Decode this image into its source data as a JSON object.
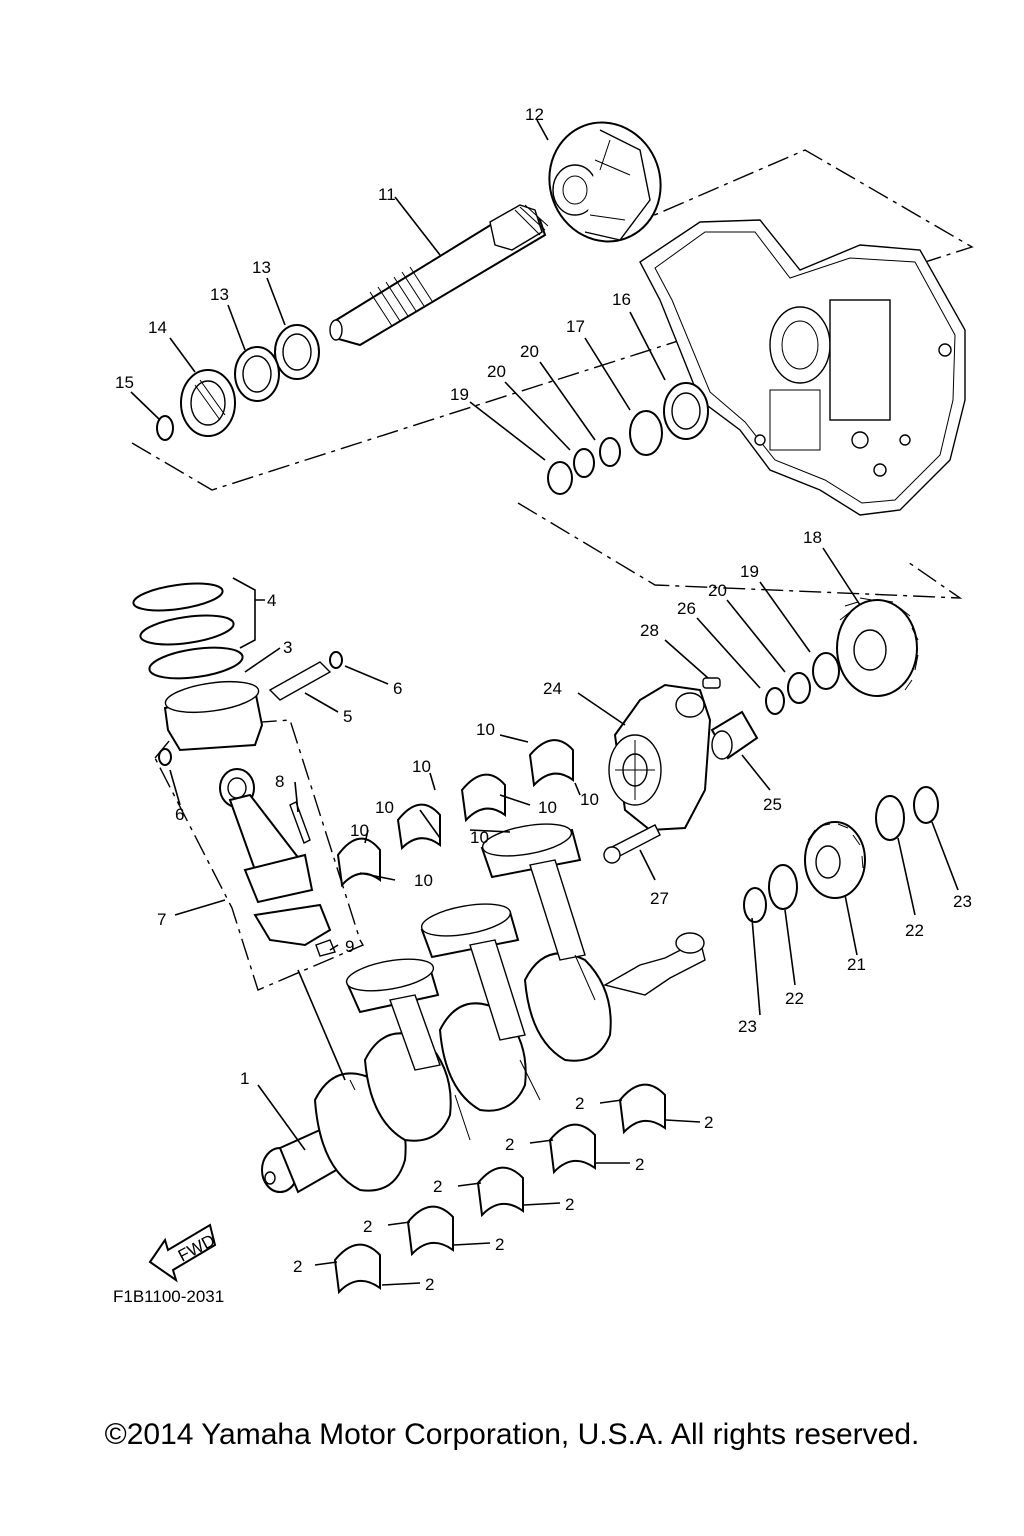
{
  "diagram": {
    "callouts": [
      {
        "id": "c12",
        "text": "12"
      },
      {
        "id": "c11",
        "text": "11"
      },
      {
        "id": "c13a",
        "text": "13"
      },
      {
        "id": "c13b",
        "text": "13"
      },
      {
        "id": "c14",
        "text": "14"
      },
      {
        "id": "c15",
        "text": "15"
      },
      {
        "id": "c16",
        "text": "16"
      },
      {
        "id": "c17",
        "text": "17"
      },
      {
        "id": "c20a",
        "text": "20"
      },
      {
        "id": "c20b",
        "text": "20"
      },
      {
        "id": "c19a",
        "text": "19"
      },
      {
        "id": "c18",
        "text": "18"
      },
      {
        "id": "c19b",
        "text": "19"
      },
      {
        "id": "c20c",
        "text": "20"
      },
      {
        "id": "c26",
        "text": "26"
      },
      {
        "id": "c28",
        "text": "28"
      },
      {
        "id": "c24",
        "text": "24"
      },
      {
        "id": "c4",
        "text": "4"
      },
      {
        "id": "c3",
        "text": "3"
      },
      {
        "id": "c6a",
        "text": "6"
      },
      {
        "id": "c5",
        "text": "5"
      },
      {
        "id": "c6b",
        "text": "6"
      },
      {
        "id": "c8",
        "text": "8"
      },
      {
        "id": "c7",
        "text": "7"
      },
      {
        "id": "c9",
        "text": "9"
      },
      {
        "id": "c10a",
        "text": "10"
      },
      {
        "id": "c10b",
        "text": "10"
      },
      {
        "id": "c10c",
        "text": "10"
      },
      {
        "id": "c10d",
        "text": "10"
      },
      {
        "id": "c10e",
        "text": "10"
      },
      {
        "id": "c10f",
        "text": "10"
      },
      {
        "id": "c10g",
        "text": "10"
      },
      {
        "id": "c10h",
        "text": "10"
      },
      {
        "id": "c25",
        "text": "25"
      },
      {
        "id": "c27",
        "text": "27"
      },
      {
        "id": "c23a",
        "text": "23"
      },
      {
        "id": "c22a",
        "text": "22"
      },
      {
        "id": "c21",
        "text": "21"
      },
      {
        "id": "c22b",
        "text": "22"
      },
      {
        "id": "c23b",
        "text": "23"
      },
      {
        "id": "c1",
        "text": "1"
      },
      {
        "id": "c2a",
        "text": "2"
      },
      {
        "id": "c2b",
        "text": "2"
      },
      {
        "id": "c2c",
        "text": "2"
      },
      {
        "id": "c2d",
        "text": "2"
      },
      {
        "id": "c2e",
        "text": "2"
      },
      {
        "id": "c2f",
        "text": "2"
      },
      {
        "id": "c2g",
        "text": "2"
      },
      {
        "id": "c2h",
        "text": "2"
      },
      {
        "id": "c2i",
        "text": "2"
      },
      {
        "id": "c2j",
        "text": "2"
      }
    ],
    "fwd_label": "FWD",
    "drawing_code": "F1B1100-2031"
  },
  "footer": {
    "copyright": "©2014 Yamaha Motor Corporation, U.S.A. All rights reserved."
  }
}
